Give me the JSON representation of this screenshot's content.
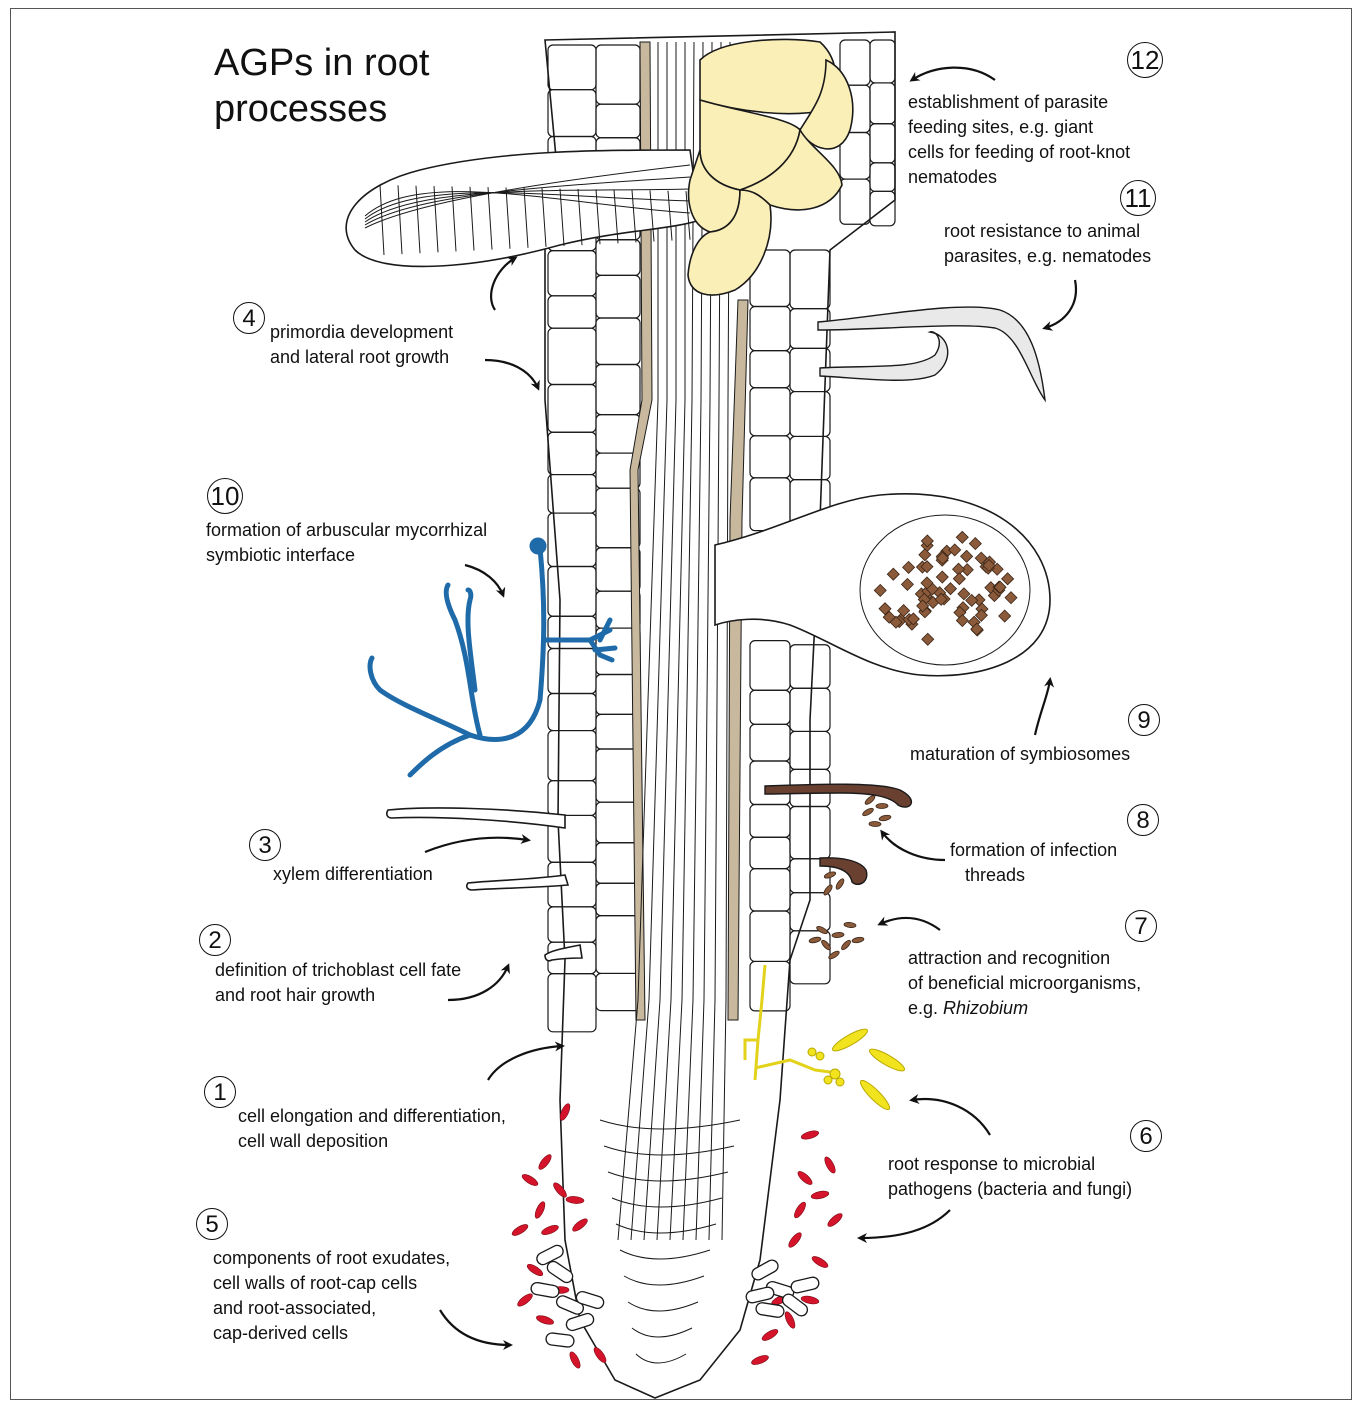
{
  "title_lines": [
    "AGPs in root",
    "processes"
  ],
  "processes": [
    {
      "num": "1",
      "lines": [
        "cell elongation and differentiation,",
        "cell wall deposition"
      ]
    },
    {
      "num": "2",
      "lines": [
        "definition of trichoblast cell fate",
        "and root hair growth"
      ]
    },
    {
      "num": "3",
      "lines": [
        "xylem differentiation"
      ]
    },
    {
      "num": "4",
      "lines": [
        "primordia development",
        "and lateral root growth"
      ]
    },
    {
      "num": "5",
      "lines": [
        "components of root exudates,",
        "cell walls of root-cap cells",
        "and root-associated,",
        "cap-derived cells"
      ]
    },
    {
      "num": "6",
      "lines": [
        "root response to microbial",
        "pathogens (bacteria and fungi)"
      ]
    },
    {
      "num": "7",
      "lines": [
        "attraction and recognition",
        "of beneficial microorganisms,",
        "e.g. "
      ],
      "italic": "Rhizobium"
    },
    {
      "num": "8",
      "lines": [
        "formation of infection",
        "threads"
      ]
    },
    {
      "num": "9",
      "lines": [
        "maturation of symbiosomes"
      ]
    },
    {
      "num": "10",
      "lines": [
        "formation of arbuscular mycorrhizal",
        "symbiotic interface"
      ]
    },
    {
      "num": "11",
      "lines": [
        "root resistance to animal",
        "parasites, e.g. nematodes"
      ]
    },
    {
      "num": "12",
      "lines": [
        "establishment of parasite",
        "feeding sites, e.g. giant",
        "cells for feeding of root-knot",
        "nematodes"
      ]
    }
  ],
  "colors": {
    "outline": "#1a1a1a",
    "endodermis": "#c8b99e",
    "giant_cells": "#fbefb8",
    "mycorrhiza": "#1f6aa8",
    "pathogen_fungus": "#f1e41f",
    "exudate_bacteria": "#d4142a",
    "rhizobium": "#7a4a2a"
  }
}
